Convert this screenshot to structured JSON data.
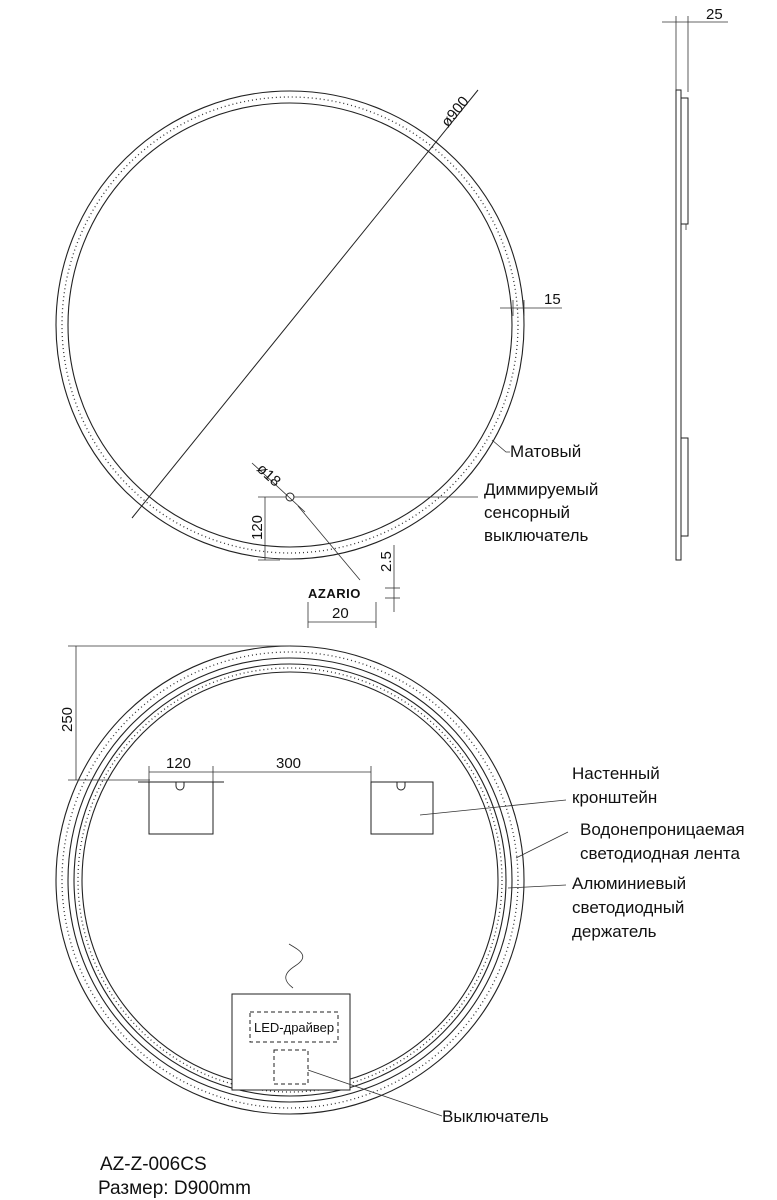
{
  "dimensions": {
    "side_thickness": "25",
    "diameter": "ø900",
    "frame_width": "15",
    "switch_diameter": "ø18",
    "switch_height": "120",
    "logo_height": "2.5",
    "logo_width": "20",
    "bracket_offset": "250",
    "bracket_width": "120",
    "bracket_spacing": "300"
  },
  "labels": {
    "matte": "Матовый",
    "dimmer": [
      "Диммируемый",
      "сенсорный",
      "выключатель"
    ],
    "wall_bracket": [
      "Настенный",
      "кронштейн"
    ],
    "led_strip": [
      "Водонепроницаемая",
      "светодиодная лента"
    ],
    "aluminium_holder": [
      "Алюминиевый",
      "светодиодный",
      "держатель"
    ],
    "led_driver": "LED-драйвер",
    "switch": "Выключатель"
  },
  "brand": "AZARIO",
  "model": "AZ-Z-006CS",
  "size": "Размер: D900mm",
  "colors": {
    "line": "#222222",
    "text": "#111111",
    "background": "#ffffff"
  }
}
